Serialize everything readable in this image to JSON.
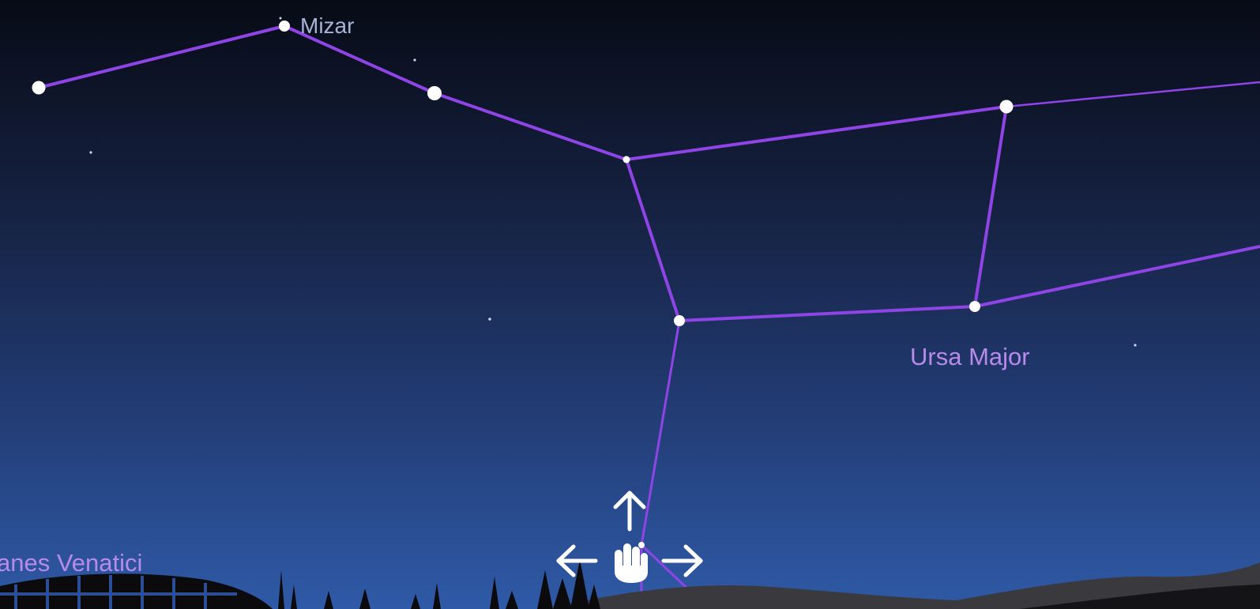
{
  "app": {
    "view": "sky-map"
  },
  "labels": {
    "star_mizar": "Mizar",
    "constellation_ursa_major": "Ursa Major",
    "constellation_canes_venatici": "anes Venatici"
  },
  "colors": {
    "sky_top": "#070b16",
    "sky_bottom": "#2f5aa7",
    "constellation_line": "#8f44e6",
    "star": "#ffffff",
    "star_label": "#a9b3d8",
    "constellation_label": "#b88aec",
    "ground": "#0b0b0e",
    "hill": "#3a3a3e"
  },
  "icons": {
    "pan_cursor": [
      "hand-icon",
      "arrow-up-icon",
      "arrow-left-icon",
      "arrow-right-icon"
    ]
  }
}
